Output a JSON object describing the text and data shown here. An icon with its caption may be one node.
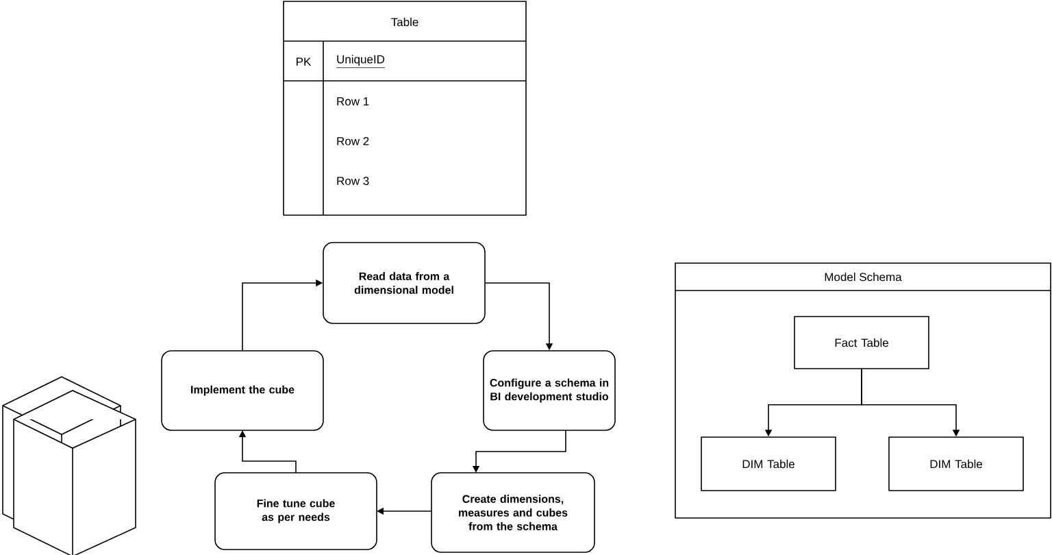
{
  "diagram": {
    "nodes": [
      {
        "text": [
          "Table",
          "PK",
          "UniqueID",
          "Row 1",
          "Row 2",
          "Row 3"
        ]
      },
      {
        "text": [
          "Read data from a dimensional model"
        ]
      },
      {
        "text": [
          "Configure a schema in BI development studio"
        ]
      },
      {
        "text": [
          "Create dimensions, measures and cubes from the schema"
        ]
      },
      {
        "text": [
          "Fine tune cube as per needs"
        ]
      },
      {
        "text": [
          "Implement the cube"
        ]
      },
      {
        "text": [
          "Model Schema"
        ]
      },
      {
        "text": [
          "Fact Table"
        ],
        "in": 6
      },
      {
        "text": [
          "DIM Table"
        ],
        "in": 6
      },
      {
        "text": [
          "DIM Table"
        ],
        "in": 6
      }
    ],
    "edges": [
      {
        "from": 1,
        "to": 2,
        "arrow": "to"
      },
      {
        "from": 2,
        "to": 3,
        "arrow": "to"
      },
      {
        "from": 3,
        "to": 4,
        "arrow": "to"
      },
      {
        "from": 4,
        "to": 5,
        "arrow": "to"
      },
      {
        "from": 5,
        "to": 1,
        "arrow": "to"
      },
      {
        "from": 7,
        "to": 8,
        "arrow": "to"
      },
      {
        "from": 7,
        "to": 9,
        "arrow": "to"
      }
    ]
  }
}
